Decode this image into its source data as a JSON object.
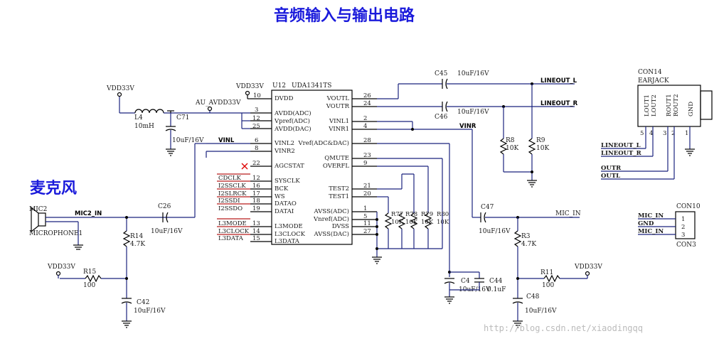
{
  "title": "音频输入与输出电路",
  "section_label": "麦克风",
  "watermark": "http://blog.csdn.net/xiaodingqq",
  "power": {
    "vdd_tl": "VDD33V",
    "vdd_u12": "VDD33V",
    "vdd_mic": "VDD33V",
    "vdd_r11": "VDD33V",
    "au_avdd": "AU_AVDD33V"
  },
  "u12": {
    "ref": "U12",
    "part": "UDA1341TS",
    "left_pins": [
      {
        "num": "10",
        "name": "DVDD"
      },
      {
        "num": "3",
        "name": "AVDD(ADC)"
      },
      {
        "num": "12",
        "name": "Vpref(ADC)"
      },
      {
        "num": "25",
        "name": "AVDD(DAC)"
      },
      {
        "num": "6",
        "name": "VINL2"
      },
      {
        "num": "8",
        "name": "VINR2"
      },
      {
        "num": "22",
        "name": "AGCSTAT"
      },
      {
        "num": "12",
        "name": "SYSCLK"
      },
      {
        "num": "16",
        "name": "BCK"
      },
      {
        "num": "17",
        "name": "WS"
      },
      {
        "num": "18",
        "name": "DATAO"
      },
      {
        "num": "19",
        "name": "DATAI"
      },
      {
        "num": "13",
        "name": "L3MODE"
      },
      {
        "num": "14",
        "name": "L3CLOCK"
      },
      {
        "num": "15",
        "name": "L3DATA"
      }
    ],
    "right_pins": [
      {
        "num": "26",
        "name": "VOUTL"
      },
      {
        "num": "24",
        "name": "VOUTR"
      },
      {
        "num": "2",
        "name": "VINL1"
      },
      {
        "num": "4",
        "name": "VINR1"
      },
      {
        "num": "28",
        "name": "Vref(ADC&DAC)"
      },
      {
        "num": "23",
        "name": "QMUTE"
      },
      {
        "num": "9",
        "name": "OVERFL"
      },
      {
        "num": "21",
        "name": "TEST2"
      },
      {
        "num": "20",
        "name": "TEST1"
      },
      {
        "num": "1",
        "name": "AVSS(ADC)"
      },
      {
        "num": "5",
        "name": "Vnref(ADC)"
      },
      {
        "num": "11",
        "name": "DVSS"
      },
      {
        "num": "27",
        "name": "AVSS(DAC)"
      }
    ],
    "bus_nets": [
      "CDCLK",
      "I2SSCLK",
      "I2SLRCK",
      "I2SSDI",
      "I2SSDO",
      "L3MODE",
      "L3CLOCK",
      "L3DATA"
    ]
  },
  "parts": {
    "L4": {
      "ref": "L4",
      "val": "10mH"
    },
    "C71": {
      "ref": "C71",
      "val": "10uF/16V"
    },
    "C45": {
      "ref": "C45",
      "val": "10uF/16V"
    },
    "C46": {
      "ref": "C46",
      "val": "10uF/16V"
    },
    "R8": {
      "ref": "R8",
      "val": "10K"
    },
    "R9": {
      "ref": "R9",
      "val": "10K"
    },
    "R77": {
      "ref": "R77",
      "val": "10K"
    },
    "R78": {
      "ref": "R78",
      "val": "10K"
    },
    "R79": {
      "ref": "R79",
      "val": "10K"
    },
    "R80": {
      "ref": "R80",
      "val": "10K"
    },
    "C47": {
      "ref": "C47",
      "val": "10uF/16V"
    },
    "C4": {
      "ref": "C4",
      "val": "10uF/16V"
    },
    "C44": {
      "ref": "C44",
      "val": "0.1uF"
    },
    "R3": {
      "ref": "R3",
      "val": "4.7K"
    },
    "R11": {
      "ref": "R11",
      "val": "100"
    },
    "C48": {
      "ref": "C48",
      "val": "10uF/16V"
    },
    "C26": {
      "ref": "C26",
      "val": "10uF/16V"
    },
    "R14": {
      "ref": "R14",
      "val": "4.7K"
    },
    "R15": {
      "ref": "R15",
      "val": "100"
    },
    "C42": {
      "ref": "C42",
      "val": "10uF/16V"
    },
    "MIC2": {
      "ref": "MIC2",
      "val": "MICROPHONE1"
    }
  },
  "nets": {
    "vinl": "VINL",
    "vinr": "VINR",
    "lineout_l": "LINEOUT_L",
    "lineout_r": "LINEOUT_R",
    "mic2_in": "MIC2_IN",
    "mic_in": "MIC_IN"
  },
  "con14": {
    "ref": "CON14",
    "type": "EARJACK",
    "pins": [
      {
        "num": "5",
        "name": "LOUT1"
      },
      {
        "num": "4",
        "name": "LOUT2"
      },
      {
        "num": "3",
        "name": "ROUT1"
      },
      {
        "num": "2",
        "name": "ROUT2"
      },
      {
        "num": "1",
        "name": "GND"
      }
    ],
    "nets": [
      "LINEOUT_L",
      "LINEOUT_R",
      "OUTR",
      "OUTL"
    ]
  },
  "con10": {
    "ref": "CON10",
    "footer": "CON3",
    "pins": [
      {
        "num": "1",
        "net": "MIC_IN"
      },
      {
        "num": "2",
        "net": "GND"
      },
      {
        "num": "3",
        "net": "MIC_IN"
      }
    ]
  }
}
